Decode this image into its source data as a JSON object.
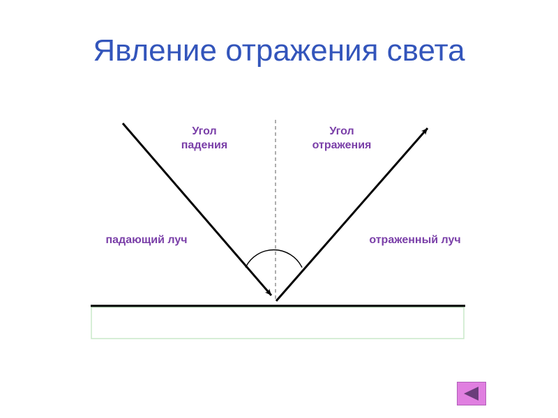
{
  "slide": {
    "title": "Явление отражения света"
  },
  "labels": {
    "incidence_angle": "Угол\nпадения",
    "reflection_angle": "Угол\nотражения",
    "incident_ray": "падающий луч",
    "reflected_ray": "отраженный луч"
  },
  "colors": {
    "title": "#3355bb",
    "labels": "#7a3fa8",
    "rays": "#000000",
    "surface_box_border": "#c8e8c8",
    "nav_button": "#e07fe0"
  },
  "navigation": {
    "back_icon": "triangle-left-icon"
  }
}
